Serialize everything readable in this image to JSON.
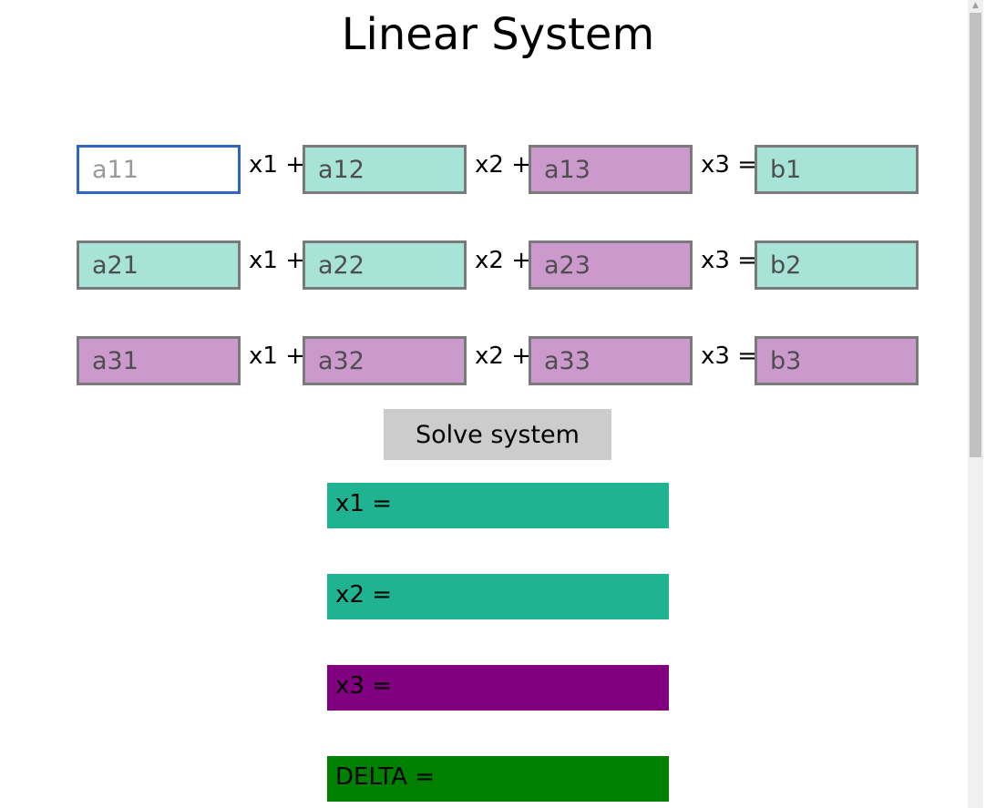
{
  "title": "Linear System",
  "equations": [
    {
      "fields": [
        {
          "placeholder": "a11"
        },
        {
          "placeholder": "a12"
        },
        {
          "placeholder": "a13"
        },
        {
          "placeholder": "b1"
        }
      ],
      "ops": [
        "x1 +",
        "x2 +",
        "x3 ="
      ]
    },
    {
      "fields": [
        {
          "placeholder": "a21"
        },
        {
          "placeholder": "a22"
        },
        {
          "placeholder": "a23"
        },
        {
          "placeholder": "b2"
        }
      ],
      "ops": [
        "x1 +",
        "x2 +",
        "x3 ="
      ]
    },
    {
      "fields": [
        {
          "placeholder": "a31"
        },
        {
          "placeholder": "a32"
        },
        {
          "placeholder": "a33"
        },
        {
          "placeholder": "b3"
        }
      ],
      "ops": [
        "x1 +",
        "x2 +",
        "x3 ="
      ]
    }
  ],
  "solve_label": "Solve system",
  "results": [
    {
      "label": "x1 =",
      "color": "#20b391"
    },
    {
      "label": "x2 =",
      "color": "#20b391"
    },
    {
      "label": "x3 =",
      "color": "#800080"
    },
    {
      "label": "DELTA =",
      "color": "#008000"
    }
  ],
  "colors": {
    "teal_field": "#a7e3d6",
    "purple_field": "#cc99cc",
    "focus_border": "#2f66c1",
    "button": "#cccccc"
  },
  "icons": {
    "scroll_up": "chevron-up-icon"
  }
}
